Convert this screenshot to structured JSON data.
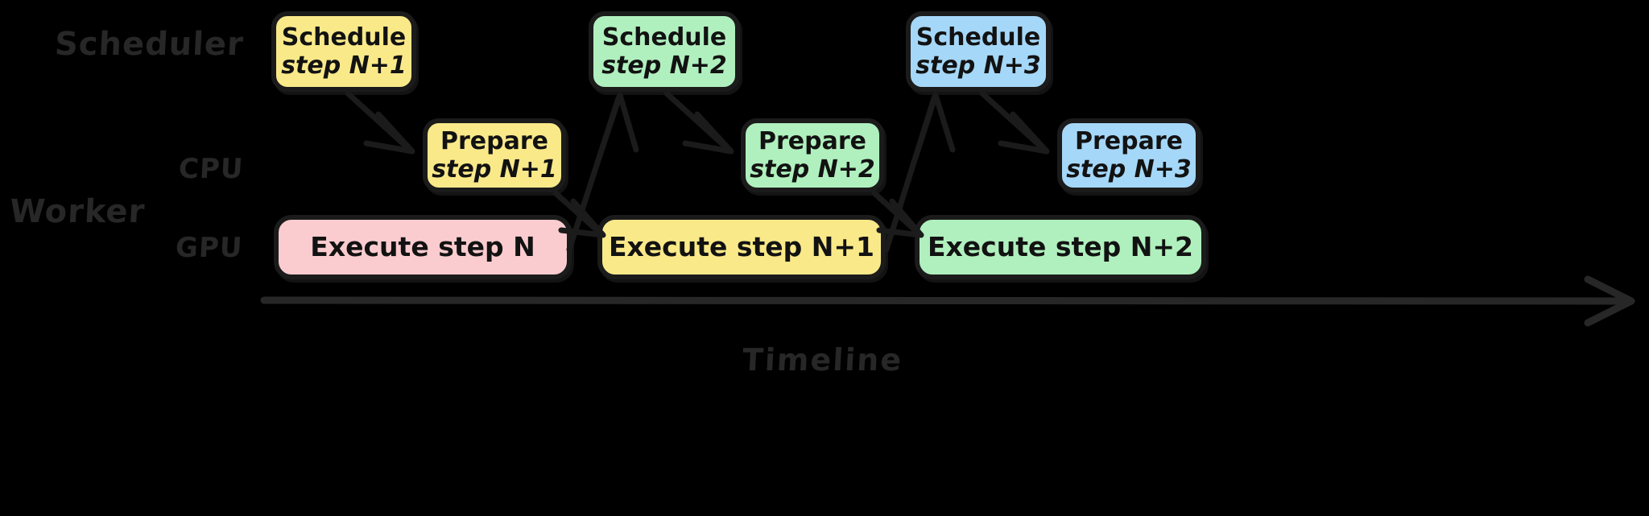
{
  "diagram": {
    "title": "Continuous batching pipeline timeline",
    "background_color": "#000000",
    "ink_color": "#1b1b1b",
    "label_color": "#272727"
  },
  "lanes": [
    {
      "id": "scheduler",
      "label": "Scheduler"
    },
    {
      "id": "worker",
      "label": "Worker"
    },
    {
      "id": "cpu",
      "label": "CPU"
    },
    {
      "id": "gpu",
      "label": "GPU"
    }
  ],
  "scheduler_nodes": [
    {
      "id": "sched-n1",
      "line1": "Schedule",
      "line2": "step N+1",
      "color": "#FAE989",
      "color_name": "yellow"
    },
    {
      "id": "sched-n2",
      "line1": "Schedule",
      "line2": "step N+2",
      "color": "#B0F0BE",
      "color_name": "green"
    },
    {
      "id": "sched-n3",
      "line1": "Schedule",
      "line2": "step N+3",
      "color": "#A5D7F8",
      "color_name": "blue"
    }
  ],
  "cpu_nodes": [
    {
      "id": "prep-n1",
      "line1": "Prepare",
      "line2": "step N+1",
      "color": "#FAE989",
      "color_name": "yellow"
    },
    {
      "id": "prep-n2",
      "line1": "Prepare",
      "line2": "step N+2",
      "color": "#B0F0BE",
      "color_name": "green"
    },
    {
      "id": "prep-n3",
      "line1": "Prepare",
      "line2": "step N+3",
      "color": "#A5D7F8",
      "color_name": "blue"
    }
  ],
  "gpu_nodes": [
    {
      "id": "exec-n",
      "label": "Execute step N",
      "color": "#FBCCCF",
      "color_name": "pink"
    },
    {
      "id": "exec-n1",
      "label": "Execute step N+1",
      "color": "#FAE989",
      "color_name": "yellow"
    },
    {
      "id": "exec-n2",
      "label": "Execute step N+2",
      "color": "#B0F0BE",
      "color_name": "green"
    }
  ],
  "axis": {
    "label": "Timeline",
    "arrow_direction": "right"
  },
  "arrows": [
    {
      "id": "a1",
      "from": "sched-n1",
      "to": "prep-n1",
      "kind": "schedule-to-prepare"
    },
    {
      "id": "a2",
      "from": "exec-n",
      "to": "sched-n2",
      "kind": "execute-to-schedule"
    },
    {
      "id": "a3",
      "from": "sched-n2",
      "to": "prep-n2",
      "kind": "schedule-to-prepare"
    },
    {
      "id": "a4",
      "from": "exec-n1",
      "to": "sched-n3",
      "kind": "execute-to-schedule"
    },
    {
      "id": "a5",
      "from": "sched-n3",
      "to": "prep-n3",
      "kind": "schedule-to-prepare"
    },
    {
      "id": "a6",
      "from": "prep-n1",
      "to": "exec-n1",
      "kind": "prepare-to-execute"
    },
    {
      "id": "a7",
      "from": "prep-n2",
      "to": "exec-n2",
      "kind": "prepare-to-execute"
    }
  ]
}
